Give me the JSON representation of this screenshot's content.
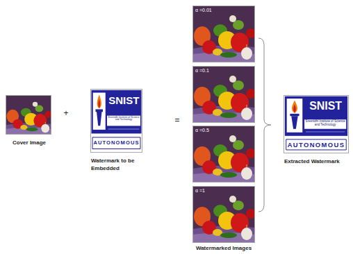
{
  "diagram": {
    "nodes": [
      {
        "text": [
          "Cover Image"
        ]
      },
      {
        "text": [
          "Watermark to be Embedded"
        ]
      },
      {
        "text": [
          "α =0.01"
        ]
      },
      {
        "text": [
          "α =0.1"
        ]
      },
      {
        "text": [
          "α =0.5"
        ]
      },
      {
        "text": [
          "α =1"
        ]
      },
      {
        "text": [
          "Extracted Watermark"
        ]
      }
    ],
    "labels": [
      "+",
      "=",
      "Watermarked Images",
      "SNIST",
      "Sreenidhi Institute of Science and Technology",
      "AUTONOMOUS",
      "SNIST",
      "Sreenidhi Institute of Science and Technology",
      "AUTONOMOUS"
    ]
  }
}
